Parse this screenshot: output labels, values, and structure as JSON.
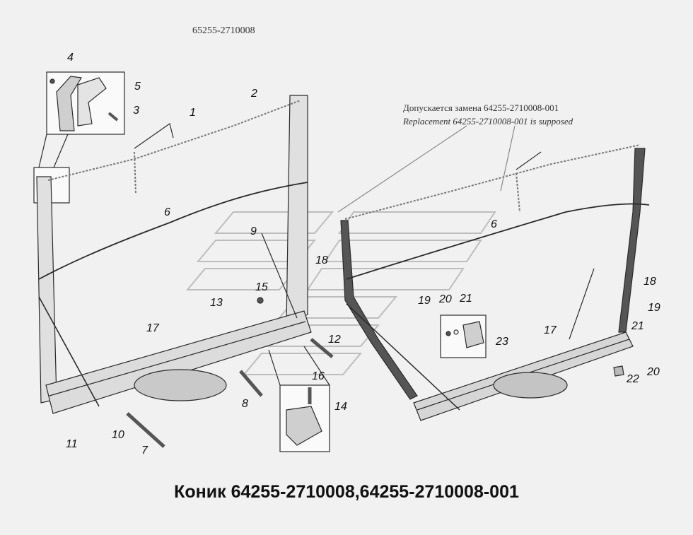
{
  "header": {
    "code": "65255-2710008"
  },
  "note": {
    "ru": "Допускается замена 64255-2710008-001",
    "en": "Replacement 64255-2710008-001 is supposed"
  },
  "caption": "Коник 64255-2710008,64255-2710008-001",
  "callouts": {
    "n1": "1",
    "n2": "2",
    "n3": "3",
    "n4": "4",
    "n5": "5",
    "n6a": "6",
    "n6b": "6",
    "n7": "7",
    "n8": "8",
    "n9": "9",
    "n10": "10",
    "n11": "11",
    "n12": "12",
    "n13": "13",
    "n14": "14",
    "n15": "15",
    "n16": "16",
    "n17a": "17",
    "n17b": "17",
    "n18a": "18",
    "n18b": "18",
    "n19a": "19",
    "n19b": "19",
    "n20a": "20",
    "n20b": "20",
    "n21a": "21",
    "n21b": "21",
    "n22": "22",
    "n23": "23"
  },
  "colors": {
    "line": "#2a2a2a",
    "fill_light": "#e4e4e4",
    "fill_mid": "#cfcfcf",
    "background": "#f1f1f1"
  }
}
